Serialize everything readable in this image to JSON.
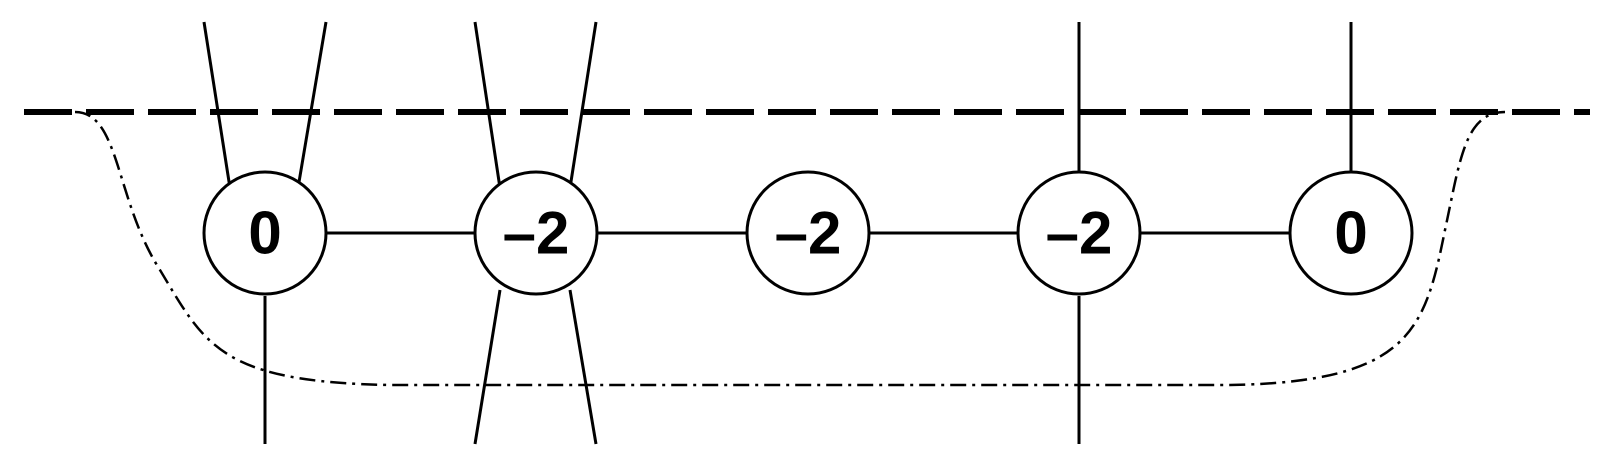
{
  "nodes": [
    {
      "label": "0"
    },
    {
      "label": "–2"
    },
    {
      "label": "–2"
    },
    {
      "label": "–2"
    },
    {
      "label": "0"
    }
  ]
}
